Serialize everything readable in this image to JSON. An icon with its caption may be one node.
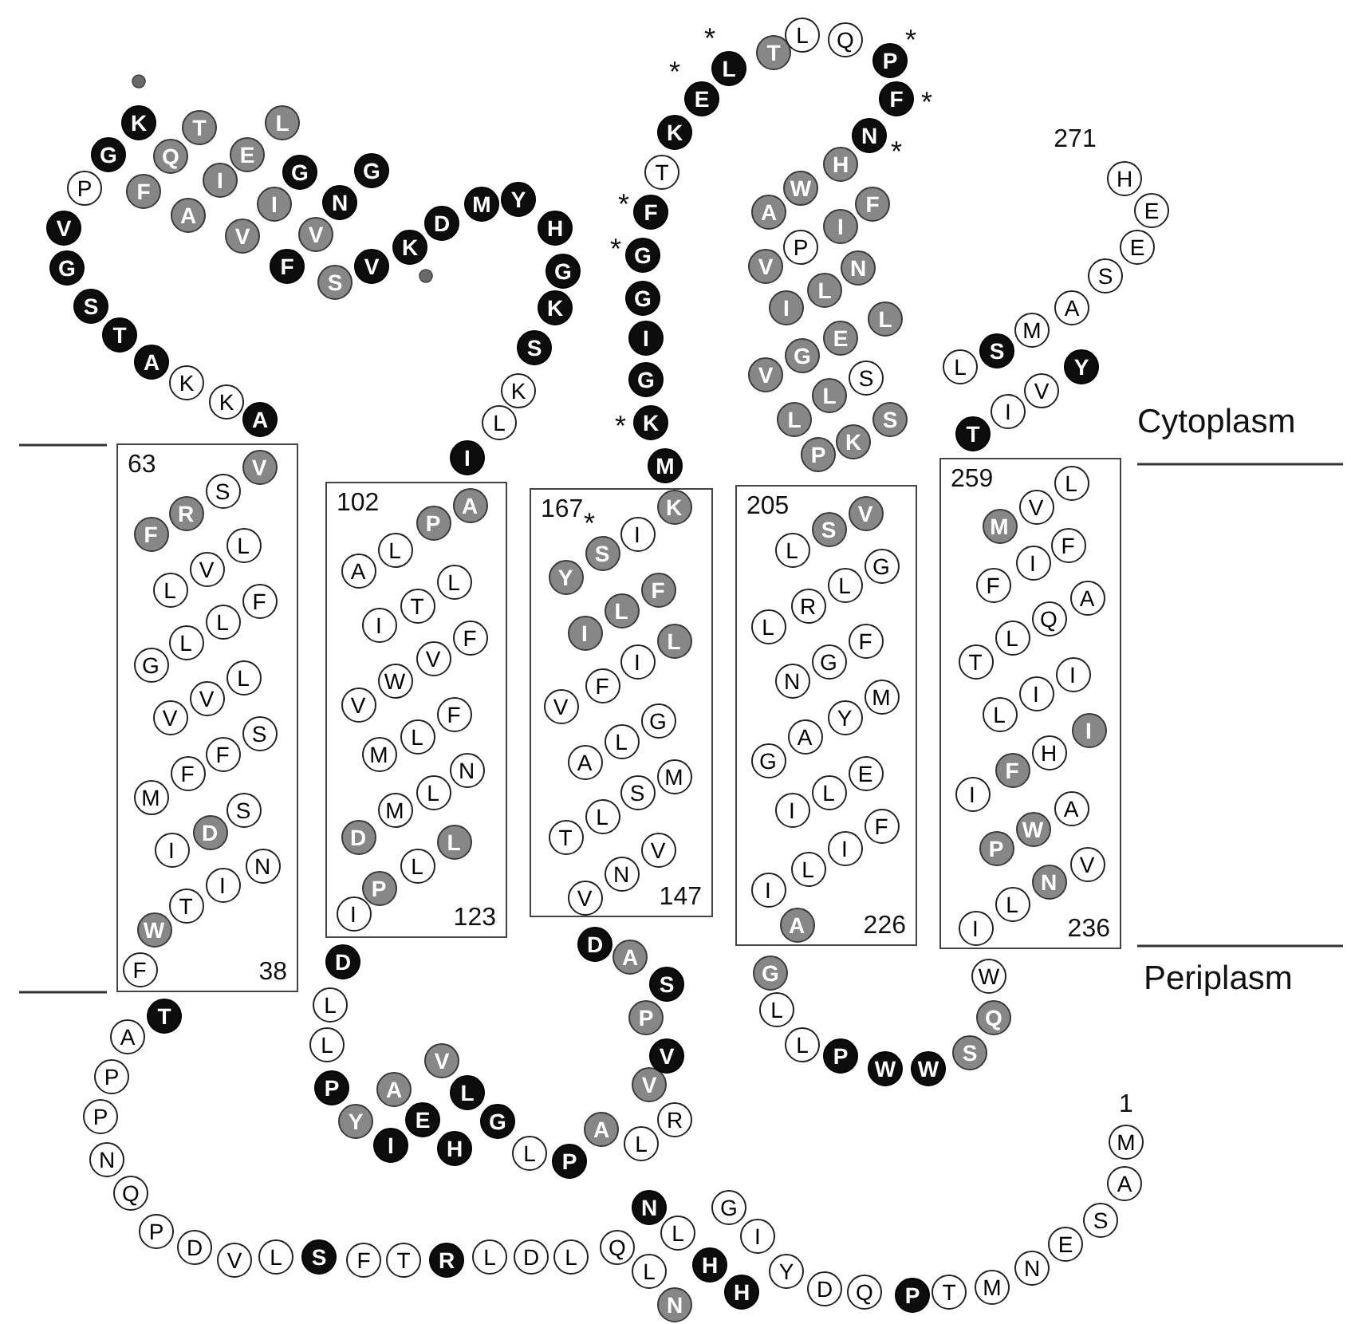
{
  "diagram": {
    "nodes": [
      {
        "text": [
          "63",
          "38"
        ]
      },
      {
        "text": [
          "102",
          "123"
        ]
      },
      {
        "text": [
          "167",
          "147"
        ]
      },
      {
        "text": [
          "205",
          "226"
        ]
      },
      {
        "text": [
          "259",
          "236"
        ]
      },
      {
        "text": [
          "M"
        ],
        "beside": [
          "1"
        ]
      },
      {
        "text": [
          "A"
        ]
      },
      {
        "text": [
          "S"
        ]
      },
      {
        "text": [
          "E"
        ]
      },
      {
        "text": [
          "N"
        ]
      },
      {
        "text": [
          "M"
        ]
      },
      {
        "text": [
          "T"
        ]
      },
      {
        "text": [
          "P"
        ]
      },
      {
        "text": [
          "Q"
        ]
      },
      {
        "text": [
          "D"
        ]
      },
      {
        "text": [
          "Y"
        ]
      },
      {
        "text": [
          "I"
        ]
      },
      {
        "text": [
          "G"
        ]
      },
      {
        "text": [
          "N"
        ]
      },
      {
        "text": [
          "L"
        ]
      },
      {
        "text": [
          "H"
        ]
      },
      {
        "text": [
          "H"
        ]
      },
      {
        "text": [
          "N"
        ]
      },
      {
        "text": [
          "L"
        ]
      },
      {
        "text": [
          "Q"
        ]
      },
      {
        "text": [
          "L"
        ]
      },
      {
        "text": [
          "D"
        ]
      },
      {
        "text": [
          "L"
        ]
      },
      {
        "text": [
          "R"
        ]
      },
      {
        "text": [
          "T"
        ]
      },
      {
        "text": [
          "F"
        ]
      },
      {
        "text": [
          "S"
        ]
      },
      {
        "text": [
          "L"
        ]
      },
      {
        "text": [
          "V"
        ]
      },
      {
        "text": [
          "D"
        ]
      },
      {
        "text": [
          "P"
        ]
      },
      {
        "text": [
          "Q"
        ]
      },
      {
        "text": [
          "N"
        ]
      },
      {
        "text": [
          "P"
        ]
      },
      {
        "text": [
          "P"
        ]
      },
      {
        "text": [
          "A"
        ]
      },
      {
        "text": [
          "T"
        ]
      },
      {
        "text": [
          "F"
        ],
        "in": 0
      },
      {
        "text": [
          "W"
        ],
        "in": 0
      },
      {
        "text": [
          "T"
        ],
        "in": 0
      },
      {
        "text": [
          "I"
        ],
        "in": 0
      },
      {
        "text": [
          "N"
        ],
        "in": 0
      },
      {
        "text": [
          "I"
        ],
        "in": 0
      },
      {
        "text": [
          "D"
        ],
        "in": 0
      },
      {
        "text": [
          "S"
        ],
        "in": 0
      },
      {
        "text": [
          "M"
        ],
        "in": 0
      },
      {
        "text": [
          "F"
        ],
        "in": 0
      },
      {
        "text": [
          "F"
        ],
        "in": 0
      },
      {
        "text": [
          "S"
        ],
        "in": 0
      },
      {
        "text": [
          "V"
        ],
        "in": 0
      },
      {
        "text": [
          "V"
        ],
        "in": 0
      },
      {
        "text": [
          "L"
        ],
        "in": 0
      },
      {
        "text": [
          "G"
        ],
        "in": 0
      },
      {
        "text": [
          "L"
        ],
        "in": 0
      },
      {
        "text": [
          "L"
        ],
        "in": 0
      },
      {
        "text": [
          "F"
        ],
        "in": 0
      },
      {
        "text": [
          "L"
        ],
        "in": 0
      },
      {
        "text": [
          "V"
        ],
        "in": 0
      },
      {
        "text": [
          "L"
        ],
        "in": 0
      },
      {
        "text": [
          "F"
        ],
        "in": 0
      },
      {
        "text": [
          "R"
        ],
        "in": 0
      },
      {
        "text": [
          "S"
        ],
        "in": 0
      },
      {
        "text": [
          "V"
        ],
        "in": 0
      },
      {
        "text": [
          "A"
        ]
      },
      {
        "text": [
          "K"
        ]
      },
      {
        "text": [
          "K"
        ]
      },
      {
        "text": [
          "A"
        ]
      },
      {
        "text": [
          "T"
        ]
      },
      {
        "text": [
          "S"
        ]
      },
      {
        "text": [
          "G"
        ]
      },
      {
        "text": [
          "V"
        ]
      },
      {
        "text": [
          "P"
        ]
      },
      {
        "text": [
          "G"
        ]
      },
      {
        "text": [
          "K"
        ]
      },
      {
        "text": [
          "F"
        ]
      },
      {
        "text": [
          "Q"
        ]
      },
      {
        "text": [
          "T"
        ]
      },
      {
        "text": [
          "L"
        ]
      },
      {
        "text": [
          "E"
        ]
      },
      {
        "text": [
          "I"
        ]
      },
      {
        "text": [
          "A"
        ]
      },
      {
        "text": [
          "V"
        ]
      },
      {
        "text": [
          "I"
        ]
      },
      {
        "text": [
          "G"
        ]
      },
      {
        "text": [
          "G"
        ]
      },
      {
        "text": [
          "N"
        ]
      },
      {
        "text": [
          "V"
        ]
      },
      {
        "text": [
          "F"
        ]
      },
      {
        "text": [
          "S"
        ]
      },
      {
        "text": [
          "V"
        ]
      },
      {
        "text": [
          "K"
        ]
      },
      {
        "text": [
          "D"
        ]
      },
      {
        "text": [
          "M"
        ]
      },
      {
        "text": [
          "Y"
        ]
      },
      {
        "text": [
          "H"
        ]
      },
      {
        "text": [
          "G"
        ]
      },
      {
        "text": [
          "K"
        ]
      },
      {
        "text": [
          "S"
        ]
      },
      {
        "text": [
          "K"
        ]
      },
      {
        "text": [
          "L"
        ]
      },
      {
        "text": [
          "I"
        ]
      },
      {
        "text": [
          "A"
        ],
        "in": 1
      },
      {
        "text": [
          "P"
        ],
        "in": 1
      },
      {
        "text": [
          "L"
        ],
        "in": 1
      },
      {
        "text": [
          "A"
        ],
        "in": 1
      },
      {
        "text": [
          "L"
        ],
        "in": 1
      },
      {
        "text": [
          "T"
        ],
        "in": 1
      },
      {
        "text": [
          "I"
        ],
        "in": 1
      },
      {
        "text": [
          "F"
        ],
        "in": 1
      },
      {
        "text": [
          "V"
        ],
        "in": 1
      },
      {
        "text": [
          "W"
        ],
        "in": 1
      },
      {
        "text": [
          "V"
        ],
        "in": 1
      },
      {
        "text": [
          "F"
        ],
        "in": 1
      },
      {
        "text": [
          "L"
        ],
        "in": 1
      },
      {
        "text": [
          "M"
        ],
        "in": 1
      },
      {
        "text": [
          "N"
        ],
        "in": 1
      },
      {
        "text": [
          "L"
        ],
        "in": 1
      },
      {
        "text": [
          "M"
        ],
        "in": 1
      },
      {
        "text": [
          "D"
        ],
        "in": 1
      },
      {
        "text": [
          "L"
        ],
        "in": 1
      },
      {
        "text": [
          "L"
        ],
        "in": 1
      },
      {
        "text": [
          "P"
        ],
        "in": 1
      },
      {
        "text": [
          "I"
        ],
        "in": 1
      },
      {
        "text": [
          "D"
        ]
      },
      {
        "text": [
          "L"
        ]
      },
      {
        "text": [
          "L"
        ]
      },
      {
        "text": [
          "P"
        ]
      },
      {
        "text": [
          "Y"
        ]
      },
      {
        "text": [
          "I"
        ]
      },
      {
        "text": [
          "E"
        ]
      },
      {
        "text": [
          "A"
        ]
      },
      {
        "text": [
          "V"
        ]
      },
      {
        "text": [
          "L"
        ]
      },
      {
        "text": [
          "H"
        ]
      },
      {
        "text": [
          "G"
        ]
      },
      {
        "text": [
          "L"
        ]
      },
      {
        "text": [
          "P"
        ]
      },
      {
        "text": [
          "A"
        ]
      },
      {
        "text": [
          "L"
        ]
      },
      {
        "text": [
          "R"
        ]
      },
      {
        "text": [
          "V"
        ]
      },
      {
        "text": [
          "V"
        ]
      },
      {
        "text": [
          "P"
        ]
      },
      {
        "text": [
          "S"
        ]
      },
      {
        "text": [
          "A"
        ]
      },
      {
        "text": [
          "D"
        ]
      },
      {
        "text": [
          "V"
        ],
        "in": 2
      },
      {
        "text": [
          "N"
        ],
        "in": 2
      },
      {
        "text": [
          "V"
        ],
        "in": 2
      },
      {
        "text": [
          "T"
        ],
        "in": 2
      },
      {
        "text": [
          "L"
        ],
        "in": 2
      },
      {
        "text": [
          "S"
        ],
        "in": 2
      },
      {
        "text": [
          "M"
        ],
        "in": 2
      },
      {
        "text": [
          "A"
        ],
        "in": 2
      },
      {
        "text": [
          "L"
        ],
        "in": 2
      },
      {
        "text": [
          "G"
        ],
        "in": 2
      },
      {
        "text": [
          "V"
        ],
        "in": 2
      },
      {
        "text": [
          "F"
        ],
        "in": 2
      },
      {
        "text": [
          "I"
        ],
        "in": 2
      },
      {
        "text": [
          "L"
        ],
        "in": 2
      },
      {
        "text": [
          "I"
        ],
        "in": 2
      },
      {
        "text": [
          "L"
        ],
        "in": 2
      },
      {
        "text": [
          "F"
        ],
        "in": 2
      },
      {
        "text": [
          "Y"
        ],
        "in": 2
      },
      {
        "text": [
          "S"
        ],
        "in": 2,
        "beside": [
          "*"
        ]
      },
      {
        "text": [
          "I"
        ],
        "in": 2
      },
      {
        "text": [
          "K"
        ],
        "in": 2
      },
      {
        "text": [
          "M"
        ]
      },
      {
        "text": [
          "K"
        ],
        "beside": [
          "*"
        ]
      },
      {
        "text": [
          "G"
        ]
      },
      {
        "text": [
          "I"
        ]
      },
      {
        "text": [
          "G"
        ]
      },
      {
        "text": [
          "G"
        ],
        "beside": [
          "*"
        ]
      },
      {
        "text": [
          "F"
        ],
        "beside": [
          "*"
        ]
      },
      {
        "text": [
          "T"
        ]
      },
      {
        "text": [
          "K"
        ]
      },
      {
        "text": [
          "E"
        ],
        "beside": [
          "*"
        ]
      },
      {
        "text": [
          "L"
        ],
        "beside": [
          "*"
        ]
      },
      {
        "text": [
          "T"
        ]
      },
      {
        "text": [
          "L"
        ]
      },
      {
        "text": [
          "Q"
        ]
      },
      {
        "text": [
          "P"
        ],
        "beside": [
          "*"
        ]
      },
      {
        "text": [
          "F"
        ],
        "beside": [
          "*"
        ]
      },
      {
        "text": [
          "N"
        ],
        "beside": [
          "*"
        ]
      },
      {
        "text": [
          "H"
        ]
      },
      {
        "text": [
          "W"
        ]
      },
      {
        "text": [
          "A"
        ]
      },
      {
        "text": [
          "V"
        ]
      },
      {
        "text": [
          "P"
        ]
      },
      {
        "text": [
          "I"
        ]
      },
      {
        "text": [
          "F"
        ]
      },
      {
        "text": [
          "N"
        ]
      },
      {
        "text": [
          "L"
        ]
      },
      {
        "text": [
          "I"
        ]
      },
      {
        "text": [
          "V"
        ]
      },
      {
        "text": [
          "G"
        ]
      },
      {
        "text": [
          "E"
        ]
      },
      {
        "text": [
          "L"
        ]
      },
      {
        "text": [
          "S"
        ]
      },
      {
        "text": [
          "L"
        ]
      },
      {
        "text": [
          "L"
        ]
      },
      {
        "text": [
          "P"
        ]
      },
      {
        "text": [
          "K"
        ]
      },
      {
        "text": [
          "S"
        ]
      },
      {
        "text": [
          "V"
        ],
        "in": 3
      },
      {
        "text": [
          "S"
        ],
        "in": 3
      },
      {
        "text": [
          "L"
        ],
        "in": 3
      },
      {
        "text": [
          "G"
        ],
        "in": 3
      },
      {
        "text": [
          "L"
        ],
        "in": 3
      },
      {
        "text": [
          "R"
        ],
        "in": 3
      },
      {
        "text": [
          "L"
        ],
        "in": 3
      },
      {
        "text": [
          "F"
        ],
        "in": 3
      },
      {
        "text": [
          "G"
        ],
        "in": 3
      },
      {
        "text": [
          "N"
        ],
        "in": 3
      },
      {
        "text": [
          "M"
        ],
        "in": 3
      },
      {
        "text": [
          "Y"
        ],
        "in": 3
      },
      {
        "text": [
          "A"
        ],
        "in": 3
      },
      {
        "text": [
          "G"
        ],
        "in": 3
      },
      {
        "text": [
          "E"
        ],
        "in": 3
      },
      {
        "text": [
          "L"
        ],
        "in": 3
      },
      {
        "text": [
          "I"
        ],
        "in": 3
      },
      {
        "text": [
          "F"
        ],
        "in": 3
      },
      {
        "text": [
          "I"
        ],
        "in": 3
      },
      {
        "text": [
          "L"
        ],
        "in": 3
      },
      {
        "text": [
          "I"
        ],
        "in": 3
      },
      {
        "text": [
          "A"
        ],
        "in": 3
      },
      {
        "text": [
          "G"
        ]
      },
      {
        "text": [
          "L"
        ]
      },
      {
        "text": [
          "L"
        ]
      },
      {
        "text": [
          "P"
        ]
      },
      {
        "text": [
          "W"
        ]
      },
      {
        "text": [
          "W"
        ]
      },
      {
        "text": [
          "S"
        ]
      },
      {
        "text": [
          "Q"
        ]
      },
      {
        "text": [
          "W"
        ]
      },
      {
        "text": [
          "I"
        ],
        "in": 4
      },
      {
        "text": [
          "L"
        ],
        "in": 4
      },
      {
        "text": [
          "N"
        ],
        "in": 4
      },
      {
        "text": [
          "V"
        ],
        "in": 4
      },
      {
        "text": [
          "P"
        ],
        "in": 4
      },
      {
        "text": [
          "W"
        ],
        "in": 4
      },
      {
        "text": [
          "A"
        ],
        "in": 4
      },
      {
        "text": [
          "I"
        ],
        "in": 4
      },
      {
        "text": [
          "F"
        ],
        "in": 4
      },
      {
        "text": [
          "H"
        ],
        "in": 4
      },
      {
        "text": [
          "I"
        ],
        "in": 4
      },
      {
        "text": [
          "L"
        ],
        "in": 4
      },
      {
        "text": [
          "I"
        ],
        "in": 4
      },
      {
        "text": [
          "I"
        ],
        "in": 4
      },
      {
        "text": [
          "T"
        ],
        "in": 4
      },
      {
        "text": [
          "L"
        ],
        "in": 4
      },
      {
        "text": [
          "Q"
        ],
        "in": 4
      },
      {
        "text": [
          "A"
        ],
        "in": 4
      },
      {
        "text": [
          "F"
        ],
        "in": 4
      },
      {
        "text": [
          "I"
        ],
        "in": 4
      },
      {
        "text": [
          "F"
        ],
        "in": 4
      },
      {
        "text": [
          "M"
        ],
        "in": 4
      },
      {
        "text": [
          "V"
        ],
        "in": 4
      },
      {
        "text": [
          "L"
        ],
        "in": 4
      },
      {
        "text": [
          "T"
        ]
      },
      {
        "text": [
          "I"
        ]
      },
      {
        "text": [
          "V"
        ]
      },
      {
        "text": [
          "Y"
        ]
      },
      {
        "text": [
          "L"
        ]
      },
      {
        "text": [
          "S"
        ]
      },
      {
        "text": [
          "M"
        ]
      },
      {
        "text": [
          "A"
        ]
      },
      {
        "text": [
          "S"
        ]
      },
      {
        "text": [
          "E"
        ]
      },
      {
        "text": [
          "E"
        ]
      },
      {
        "text": [
          "H"
        ],
        "beside": [
          "271"
        ]
      }
    ],
    "labels": [
      "Cytoplasm",
      "Periplasm"
    ]
  }
}
